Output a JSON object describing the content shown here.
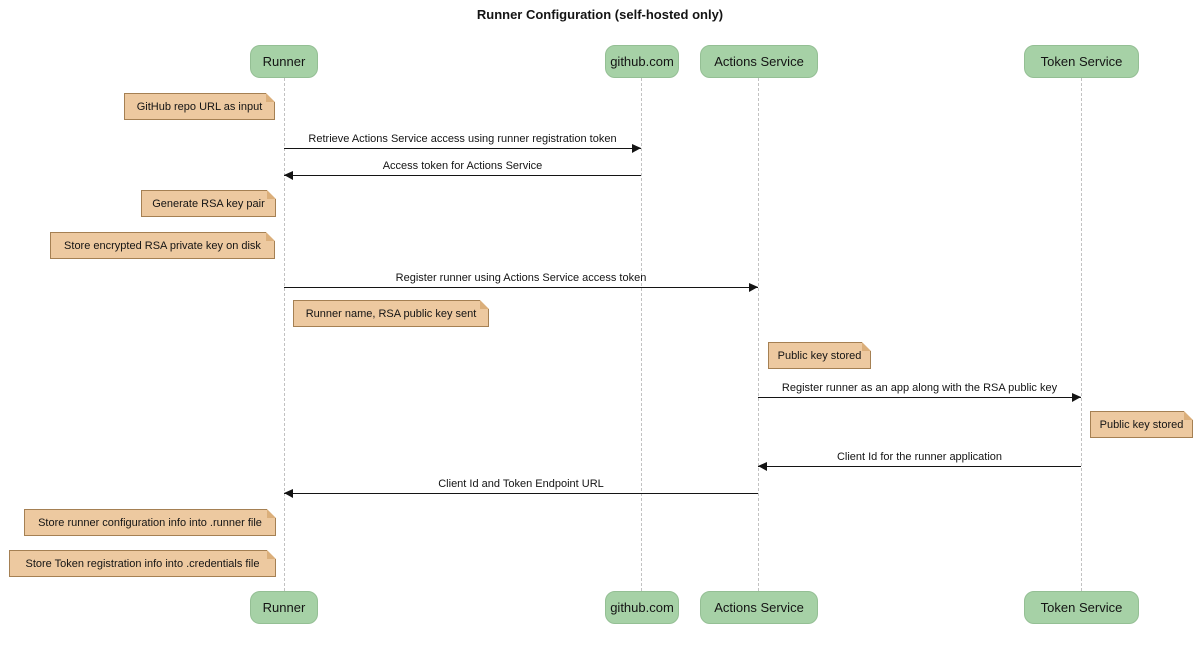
{
  "title": "Runner Configuration (self-hosted only)",
  "participants": [
    {
      "name": "Runner"
    },
    {
      "name": "github.com"
    },
    {
      "name": "Actions Service"
    },
    {
      "name": "Token Service"
    }
  ],
  "notes": [
    {
      "text": "GitHub repo URL as input",
      "anchor": "Runner",
      "side": "left"
    },
    {
      "text": "Generate RSA key pair",
      "anchor": "Runner",
      "side": "left"
    },
    {
      "text": "Store encrypted RSA private key on disk",
      "anchor": "Runner",
      "side": "left"
    },
    {
      "text": "Runner name, RSA public key sent",
      "anchor": "Runner",
      "side": "right"
    },
    {
      "text": "Public key stored",
      "anchor": "Actions Service",
      "side": "right"
    },
    {
      "text": "Public key stored",
      "anchor": "Token Service",
      "side": "right"
    },
    {
      "text": "Store runner configuration info into .runner file",
      "anchor": "Runner",
      "side": "left"
    },
    {
      "text": "Store Token registration info into .credentials file",
      "anchor": "Runner",
      "side": "left"
    }
  ],
  "messages": [
    {
      "label": "Retrieve Actions Service access using runner registration token",
      "from": "Runner",
      "to": "github.com"
    },
    {
      "label": "Access token for Actions Service",
      "from": "github.com",
      "to": "Runner"
    },
    {
      "label": "Register runner using Actions Service access token",
      "from": "Runner",
      "to": "Actions Service"
    },
    {
      "label": "Register runner as an app along with the RSA public key",
      "from": "Actions Service",
      "to": "Token Service"
    },
    {
      "label": "Client Id for the runner application",
      "from": "Token Service",
      "to": "Actions Service"
    },
    {
      "label": "Client Id and Token Endpoint URL",
      "from": "Actions Service",
      "to": "Runner"
    }
  ],
  "colors": {
    "participant_fill": "#a6d1a6",
    "participant_border": "#94bf94",
    "note_fill": "#edc9a0",
    "note_border": "#a58053",
    "lifeline": "#c2c2c2",
    "arrow": "#141414",
    "background": "#ffffff",
    "text": "#141414"
  }
}
